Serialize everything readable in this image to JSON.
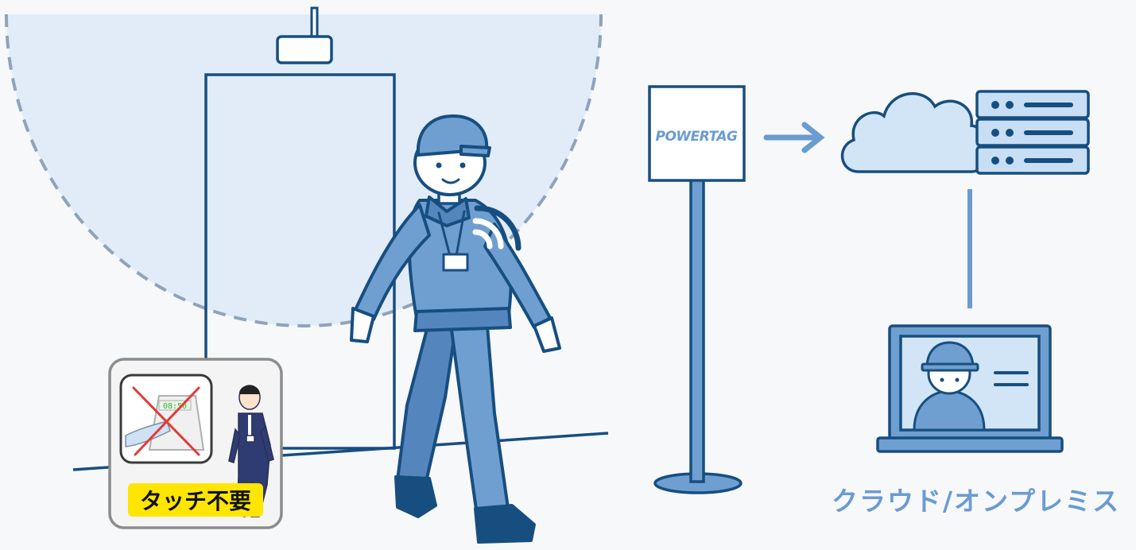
{
  "colors": {
    "outline": "#174e80",
    "uniform": "#6f9fd0",
    "uniform_dark": "#5486bd",
    "zone_fill": "#e1ecf8",
    "zone_edge": "#8fa3ba",
    "arrow": "#6a9bd1",
    "label": "#6a9bd1",
    "badge_yellow": "#ffe600"
  },
  "sign": {
    "brand": "POWERTAG"
  },
  "inset": {
    "badge_text": "タッチ不要",
    "terminal_display": "08:50"
  },
  "system": {
    "label": "クラウド/オンプレミス"
  },
  "icons": [
    "ceiling-sensor-icon",
    "wireless-signal-icon",
    "cloud-icon",
    "server-stack-icon",
    "laptop-icon",
    "crossed-out-terminal-icon"
  ]
}
